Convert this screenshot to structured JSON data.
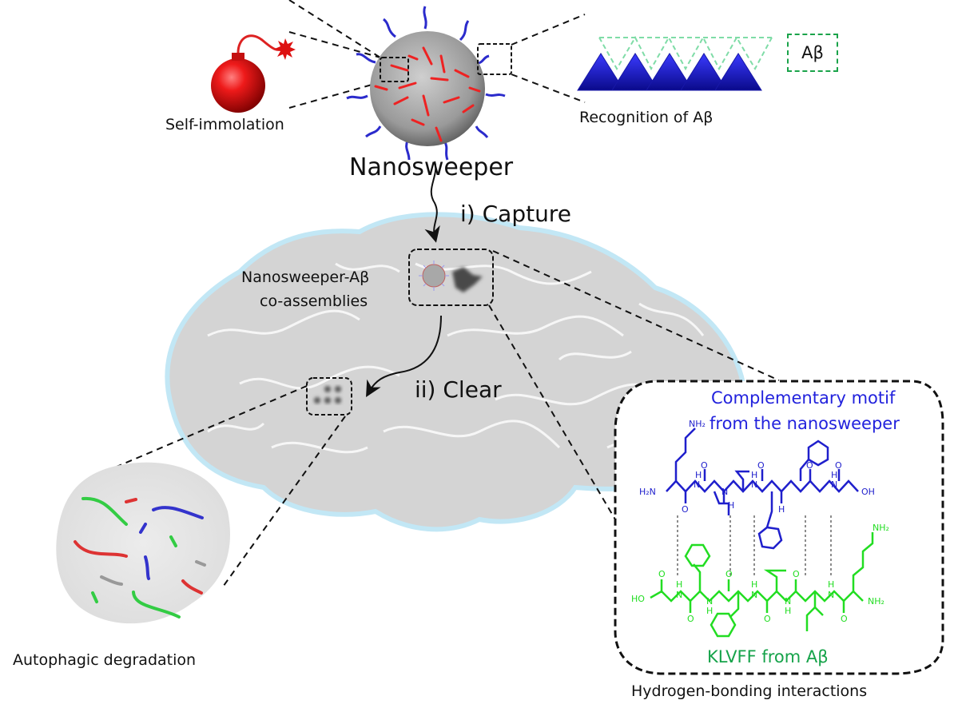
{
  "figure": {
    "title_label": "Nanosweeper",
    "self_immolation_label": "Self-immolation",
    "recognition_label": "Recognition of Aβ",
    "abeta_box_label": "Aβ",
    "step_capture_label": "i) Capture",
    "step_clear_label": "ii) Clear",
    "coassembly_label_line1": "Nanosweeper-Aβ",
    "coassembly_label_line2": "co-assemblies",
    "autophagic_label": "Autophagic degradation",
    "hbond_label": "Hydrogen-bonding interactions",
    "complementary_label_line1": "Complementary motif",
    "complementary_label_line2": "from the nanosweeper",
    "klvff_label": "KLVFF from Aβ"
  },
  "chemistry": {
    "top_strand_atoms": [
      "NH₂",
      "H₂N",
      "H",
      "N",
      "O",
      "N",
      "H",
      "O",
      "H",
      "N",
      "O",
      "N",
      "H",
      "O",
      "H",
      "N",
      "O",
      "OH"
    ],
    "bottom_strand_atoms": [
      "NH₂",
      "HO",
      "O",
      "H",
      "N",
      "O",
      "N",
      "H",
      "O",
      "H",
      "N",
      "O",
      "N",
      "H",
      "O",
      "H",
      "N",
      "O",
      "NH₂"
    ]
  },
  "colors": {
    "nanosweeper_blue": "#2222dd",
    "abeta_green": "#22dd22",
    "label_green": "#16a34a",
    "bomb_red": "#dd1111",
    "brain_gray": "#d4d4d4"
  }
}
